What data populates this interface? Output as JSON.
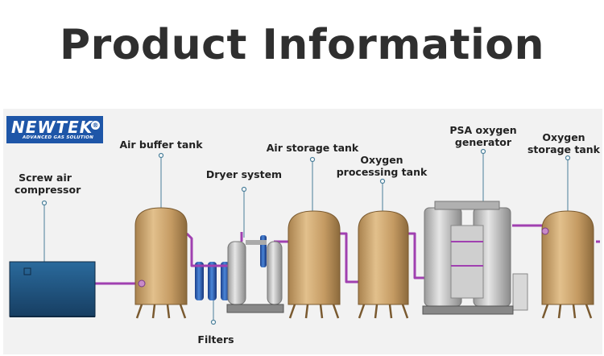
{
  "title": "Product Information",
  "logo": {
    "brand": "NEWTEK",
    "registered": "®",
    "tagline": "ADVANCED GAS SOLUTION"
  },
  "labels": {
    "screw_air_compressor": [
      "Screw air",
      "compressor"
    ],
    "air_buffer_tank": "Air buffer tank",
    "dryer_system": "Dryer system",
    "air_storage_tank": "Air storage tank",
    "oxygen_processing_tank": [
      "Oxygen",
      "processing tank"
    ],
    "psa_oxygen_generator": [
      "PSA oxygen",
      "generator"
    ],
    "oxygen_storage_tank": [
      "Oxygen",
      "storage tank"
    ],
    "filters": "Filters"
  },
  "colors": {
    "tank": "#c8a06a",
    "pipe": "#a040b0",
    "compressor": "#1f4f7a",
    "filter": "#2a5fb0",
    "logo": "#1e56a8"
  }
}
